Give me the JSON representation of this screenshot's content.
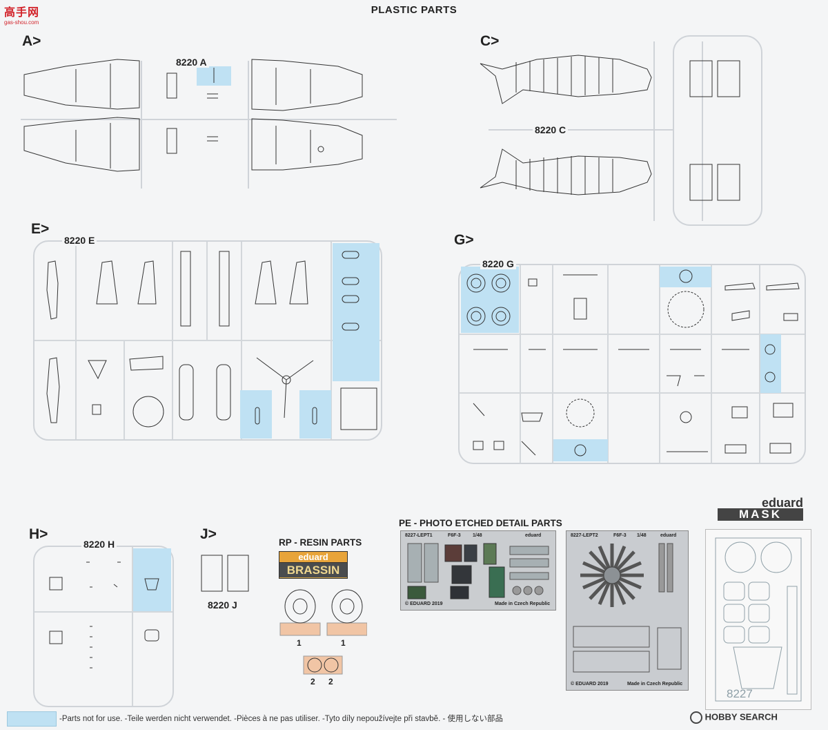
{
  "header": {
    "title": "PLASTIC PARTS"
  },
  "watermark": {
    "chars": "高手网",
    "url": "gas-shou.com"
  },
  "sprues": {
    "A": {
      "letter": "A>",
      "label": "8220 A"
    },
    "C": {
      "letter": "C>",
      "label": "8220 C"
    },
    "E": {
      "letter": "E>",
      "label": "8220 E"
    },
    "G": {
      "letter": "G>",
      "label": "8220 G"
    },
    "H": {
      "letter": "H>",
      "label": "8220 H"
    },
    "J": {
      "letter": "J>",
      "label": "8220 J"
    }
  },
  "resin": {
    "heading": "RP - RESIN PARTS",
    "brand_top": "eduard",
    "brand_bottom": "BRASSIN",
    "numbers": [
      "1",
      "1",
      "2",
      "2"
    ]
  },
  "pe": {
    "heading": "PE - PHOTO ETCHED DETAIL PARTS",
    "fret1": {
      "code": "8227-LEPT1",
      "model": "F6F-3",
      "scale": "1/48",
      "brand": "eduard",
      "copyright": "© EDUARD 2019",
      "made": "Made in Czech Republic"
    },
    "fret2": {
      "code": "8227-LEPT2",
      "model": "F6F-3",
      "scale": "1/48",
      "brand": "eduard",
      "copyright": "© EDUARD 2019",
      "made": "Made in Czech Republic"
    }
  },
  "mask": {
    "brand": "eduard",
    "word": "MASK",
    "number": "8227"
  },
  "footer": {
    "note": "-Parts not for use. -Teile werden nicht verwendet. -Pièces à ne pas utiliser. -Tyto díly nepoužívejte při stavbě. -  使用しない部品",
    "source": "HOBBY SEARCH"
  },
  "colors": {
    "unused_part": "#bfe1f3",
    "sprue": "#cfd3d8"
  }
}
